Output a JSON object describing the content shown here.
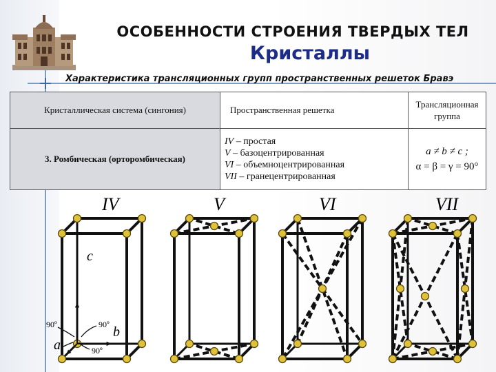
{
  "header": {
    "title": "ОСОБЕННОСТИ СТРОЕНИЯ ТВЕРДЫХ ТЕЛ",
    "subtitle": "Кристаллы",
    "caption": "Характеристика трансляционных групп пространственных решеток Бравэ"
  },
  "table": {
    "headers": [
      "Кристаллическая система (сингония)",
      "Пространственная решетка",
      "Трансляционная",
      "группа"
    ],
    "row": {
      "system": "3. Ромбическая (орторомбическая)",
      "lattices": [
        {
          "num": "IV",
          "text": " – простая"
        },
        {
          "num": "V",
          "text": " – базоцентрированная"
        },
        {
          "num": "VI",
          "text": " – объемноцентрированная"
        },
        {
          "num": "VII",
          "text": " – гранецентрированная"
        }
      ],
      "translation_line1": "a ≠ b ≠ c ;",
      "translation_line2": "α = β = γ = 90°"
    }
  },
  "figures": {
    "labels": [
      "IV",
      "V",
      "VI",
      "VII"
    ],
    "axis_c": "c",
    "axis_b": "b",
    "axis_a": "a",
    "angle_1": "90º",
    "angle_2": "90º",
    "angle_3": "90º"
  }
}
